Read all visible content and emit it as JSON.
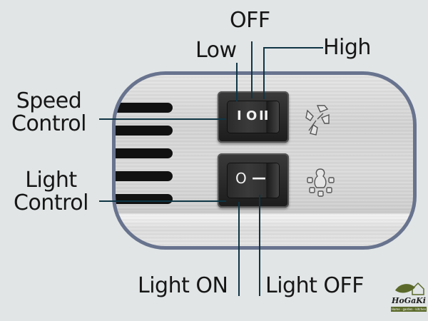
{
  "diagram": {
    "title": "Range hood control panel switches",
    "labels": {
      "off": "OFF",
      "low": "Low",
      "high": "High",
      "speed_control_line1": "Speed",
      "speed_control_line2": "Control",
      "light_control_line1": "Light",
      "light_control_line2": "Control",
      "light_on": "Light ON",
      "light_off": "Light OFF"
    },
    "speed_switch": {
      "positions": [
        "I",
        "O",
        "II"
      ],
      "position_names": [
        "Low",
        "OFF",
        "High"
      ]
    },
    "light_switch": {
      "positions": [
        "O",
        "—"
      ],
      "position_names": [
        "Light ON",
        "Light OFF"
      ]
    },
    "icons": {
      "speed": "fan-icon",
      "light": "light-bulb-icon"
    },
    "vent_slot_count": 5,
    "logo": {
      "name": "HoGaKi",
      "tagline": "Home · garden · kitchen"
    },
    "colors": {
      "background": "#e1e5e6",
      "panel_border": "#68738e",
      "leader_line": "#0f3544",
      "text": "#161616",
      "logo_green": "#5b6a2a"
    }
  }
}
